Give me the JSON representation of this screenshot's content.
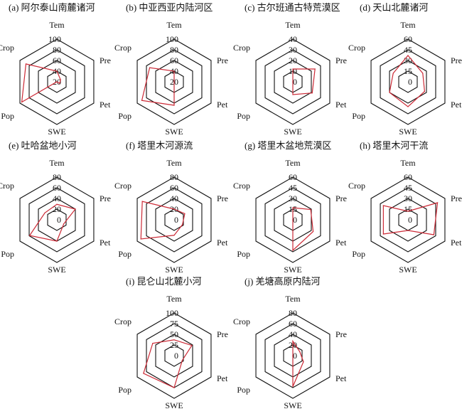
{
  "chart_data": [
    {
      "type": "radar",
      "title": "(a) 阿尔泰山南麓诸河",
      "axes": [
        "Tem",
        "Pre",
        "Pet",
        "SWE",
        "Pop",
        "Crop"
      ],
      "ticks": [
        "20",
        "40",
        "60",
        "80",
        "100"
      ],
      "range": [
        20,
        100
      ],
      "values": [
        40,
        28,
        26,
        20,
        96,
        87
      ],
      "color": "#cc2a36"
    },
    {
      "type": "radar",
      "title": "(b) 中亚西亚内陆河区",
      "axes": [
        "Tem",
        "Pre",
        "Pet",
        "SWE",
        "Pop",
        "Crop"
      ],
      "ticks": [
        "20",
        "40",
        "60",
        "80",
        "100"
      ],
      "range": [
        20,
        100
      ],
      "values": [
        40,
        20,
        20,
        64,
        90,
        73
      ],
      "color": "#cc2a36"
    },
    {
      "type": "radar",
      "title": "(c) 古尔班通古特荒漠区",
      "axes": [
        "Tem",
        "Pre",
        "Pet",
        "SWE",
        "Pop",
        "Crop"
      ],
      "ticks": [
        "0",
        "10",
        "20",
        "30",
        "40"
      ],
      "range": [
        0,
        40
      ],
      "values": [
        12,
        24,
        21,
        12,
        0,
        0
      ],
      "color": "#cc2a36"
    },
    {
      "type": "radar",
      "title": "(d) 天山北麓诸河",
      "axes": [
        "Tem",
        "Pre",
        "Pet",
        "SWE",
        "Pop",
        "Crop"
      ],
      "ticks": [
        "0",
        "15",
        "30",
        "45",
        "60"
      ],
      "range": [
        0,
        60
      ],
      "values": [
        37,
        24,
        27,
        35,
        30,
        24
      ],
      "color": "#cc2a36"
    },
    {
      "type": "radar",
      "title": "(e) 吐哈盆地小河",
      "axes": [
        "Tem",
        "Pre",
        "Pet",
        "SWE",
        "Pop",
        "Crop"
      ],
      "ticks": [
        "0",
        "20",
        "40",
        "60",
        "80"
      ],
      "range": [
        0,
        80
      ],
      "values": [
        29,
        40,
        15,
        40,
        59,
        26
      ],
      "color": "#cc2a36"
    },
    {
      "type": "radar",
      "title": "(f) 塔里木河源流",
      "axes": [
        "Tem",
        "Pre",
        "Pet",
        "SWE",
        "Pop",
        "Crop"
      ],
      "ticks": [
        "0",
        "20",
        "40",
        "60",
        "80"
      ],
      "range": [
        0,
        80
      ],
      "values": [
        20,
        23,
        18,
        29,
        72,
        69
      ],
      "color": "#cc2a36"
    },
    {
      "type": "radar",
      "title": "(g) 塔里木盆地荒漠区",
      "axes": [
        "Tem",
        "Pre",
        "Pet",
        "SWE",
        "Pop",
        "Crop"
      ],
      "ticks": [
        "0",
        "15",
        "30",
        "45",
        "60"
      ],
      "range": [
        0,
        60
      ],
      "values": [
        17,
        29,
        33,
        43,
        0,
        0
      ],
      "color": "#cc2a36"
    },
    {
      "type": "radar",
      "title": "(h) 塔里木河干流",
      "axes": [
        "Tem",
        "Pre",
        "Pet",
        "SWE",
        "Pop",
        "Crop"
      ],
      "ticks": [
        "0",
        "15",
        "30",
        "45",
        "60"
      ],
      "range": [
        0,
        60
      ],
      "values": [
        12,
        48,
        42,
        15,
        40,
        40
      ],
      "color": "#cc2a36"
    },
    {
      "type": "radar",
      "title": "(i) 昆仑山北麓小河",
      "axes": [
        "Tem",
        "Pre",
        "Pet",
        "SWE",
        "Pop",
        "Crop"
      ],
      "ticks": [
        "0",
        "25",
        "50",
        "75",
        "100"
      ],
      "range": [
        0,
        100
      ],
      "values": [
        37,
        48,
        22,
        75,
        83,
        58
      ],
      "color": "#cc2a36"
    },
    {
      "type": "radar",
      "title": "(j) 羌塘高原内陆河",
      "axes": [
        "Tem",
        "Pre",
        "Pet",
        "SWE",
        "Pop",
        "Crop"
      ],
      "ticks": [
        "0",
        "20",
        "40",
        "60",
        "80"
      ],
      "range": [
        0,
        80
      ],
      "values": [
        27,
        15,
        23,
        58,
        0,
        0
      ],
      "color": "#cc2a36"
    }
  ]
}
